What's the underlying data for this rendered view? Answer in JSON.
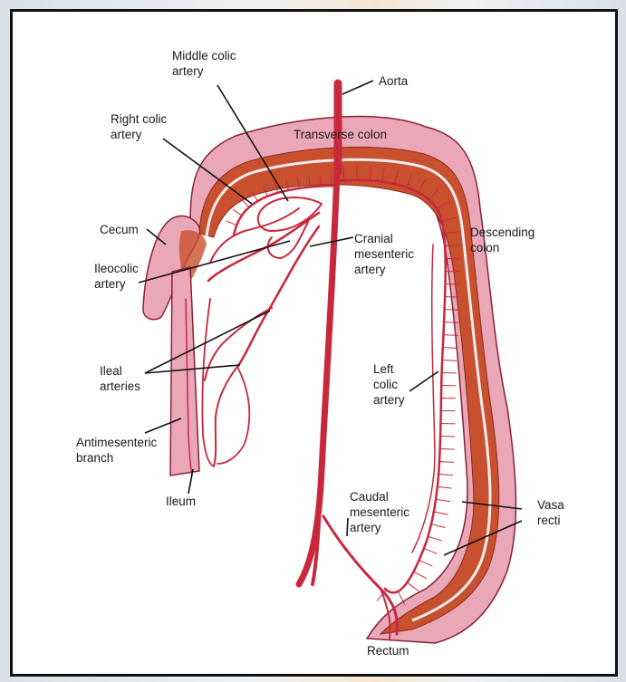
{
  "labels": {
    "middle_colic": [
      "Middle colic",
      "artery"
    ],
    "aorta": [
      "Aorta"
    ],
    "right_colic": [
      "Right colic",
      "artery"
    ],
    "transverse_colon": [
      "Transverse colon"
    ],
    "cecum": [
      "Cecum"
    ],
    "descending_colon": [
      "Descending",
      "colon"
    ],
    "ileocolic": [
      "Ileocolic",
      "artery"
    ],
    "cranial_mesenteric": [
      "Cranial",
      "mesenteric",
      "artery"
    ],
    "ileal": [
      "Ileal",
      "arteries"
    ],
    "left_colic": [
      "Left",
      "colic",
      "artery"
    ],
    "antimesenteric": [
      "Antimesenteric",
      "branch"
    ],
    "ileum": [
      "Ileum"
    ],
    "caudal_mesenteric": [
      "Caudal",
      "mesenteric",
      "artery"
    ],
    "vasa_recti": [
      "Vasa",
      "recti"
    ],
    "rectum": [
      "Rectum"
    ]
  },
  "colors": {
    "artery": "#c8283c",
    "colon_outer": "#e8a6b6",
    "colon_muscle": "#c8502f",
    "border": "#111111"
  }
}
